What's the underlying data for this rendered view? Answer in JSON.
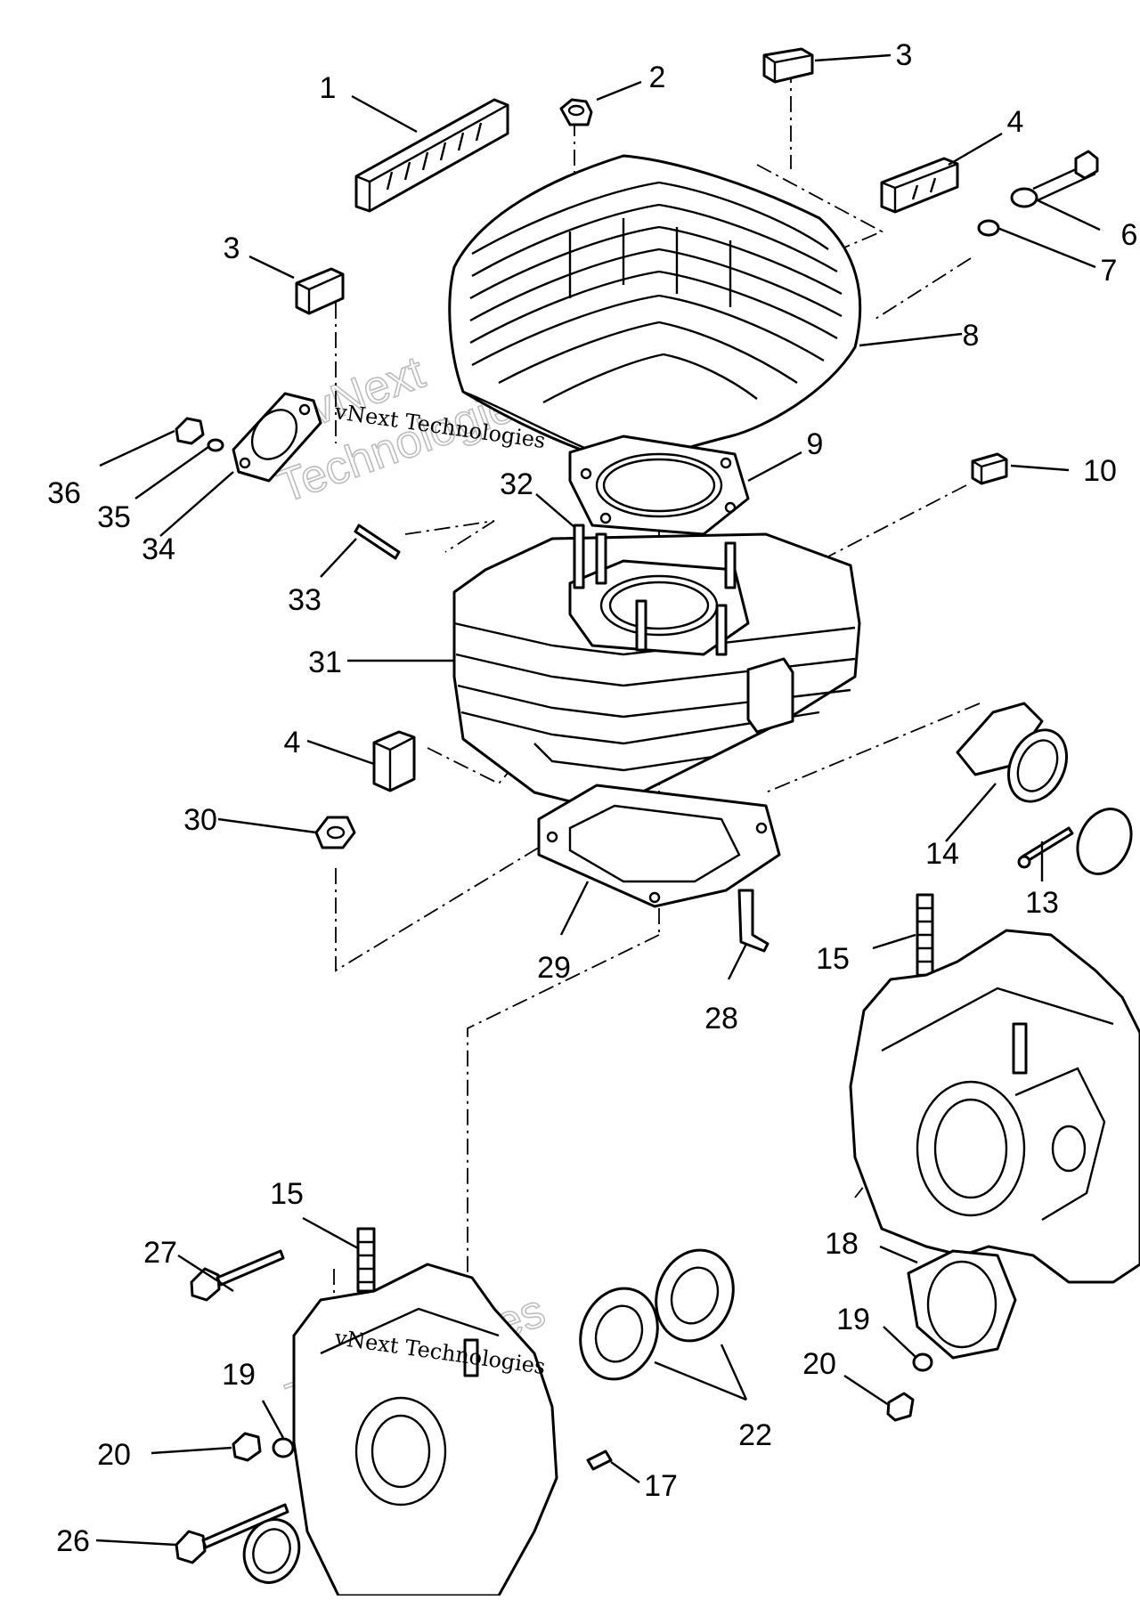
{
  "diagram": {
    "callouts": [
      "1",
      "2",
      "3",
      "3",
      "4",
      "6",
      "7",
      "8",
      "9",
      "10",
      "36",
      "35",
      "34",
      "32",
      "33",
      "31",
      "4",
      "30",
      "29",
      "28",
      "14",
      "13",
      "15",
      "15",
      "27",
      "19",
      "20",
      "22",
      "17",
      "18",
      "19",
      "20",
      "26"
    ],
    "watermarks": [
      "vNext Technologies",
      "vNext Technologies"
    ]
  }
}
